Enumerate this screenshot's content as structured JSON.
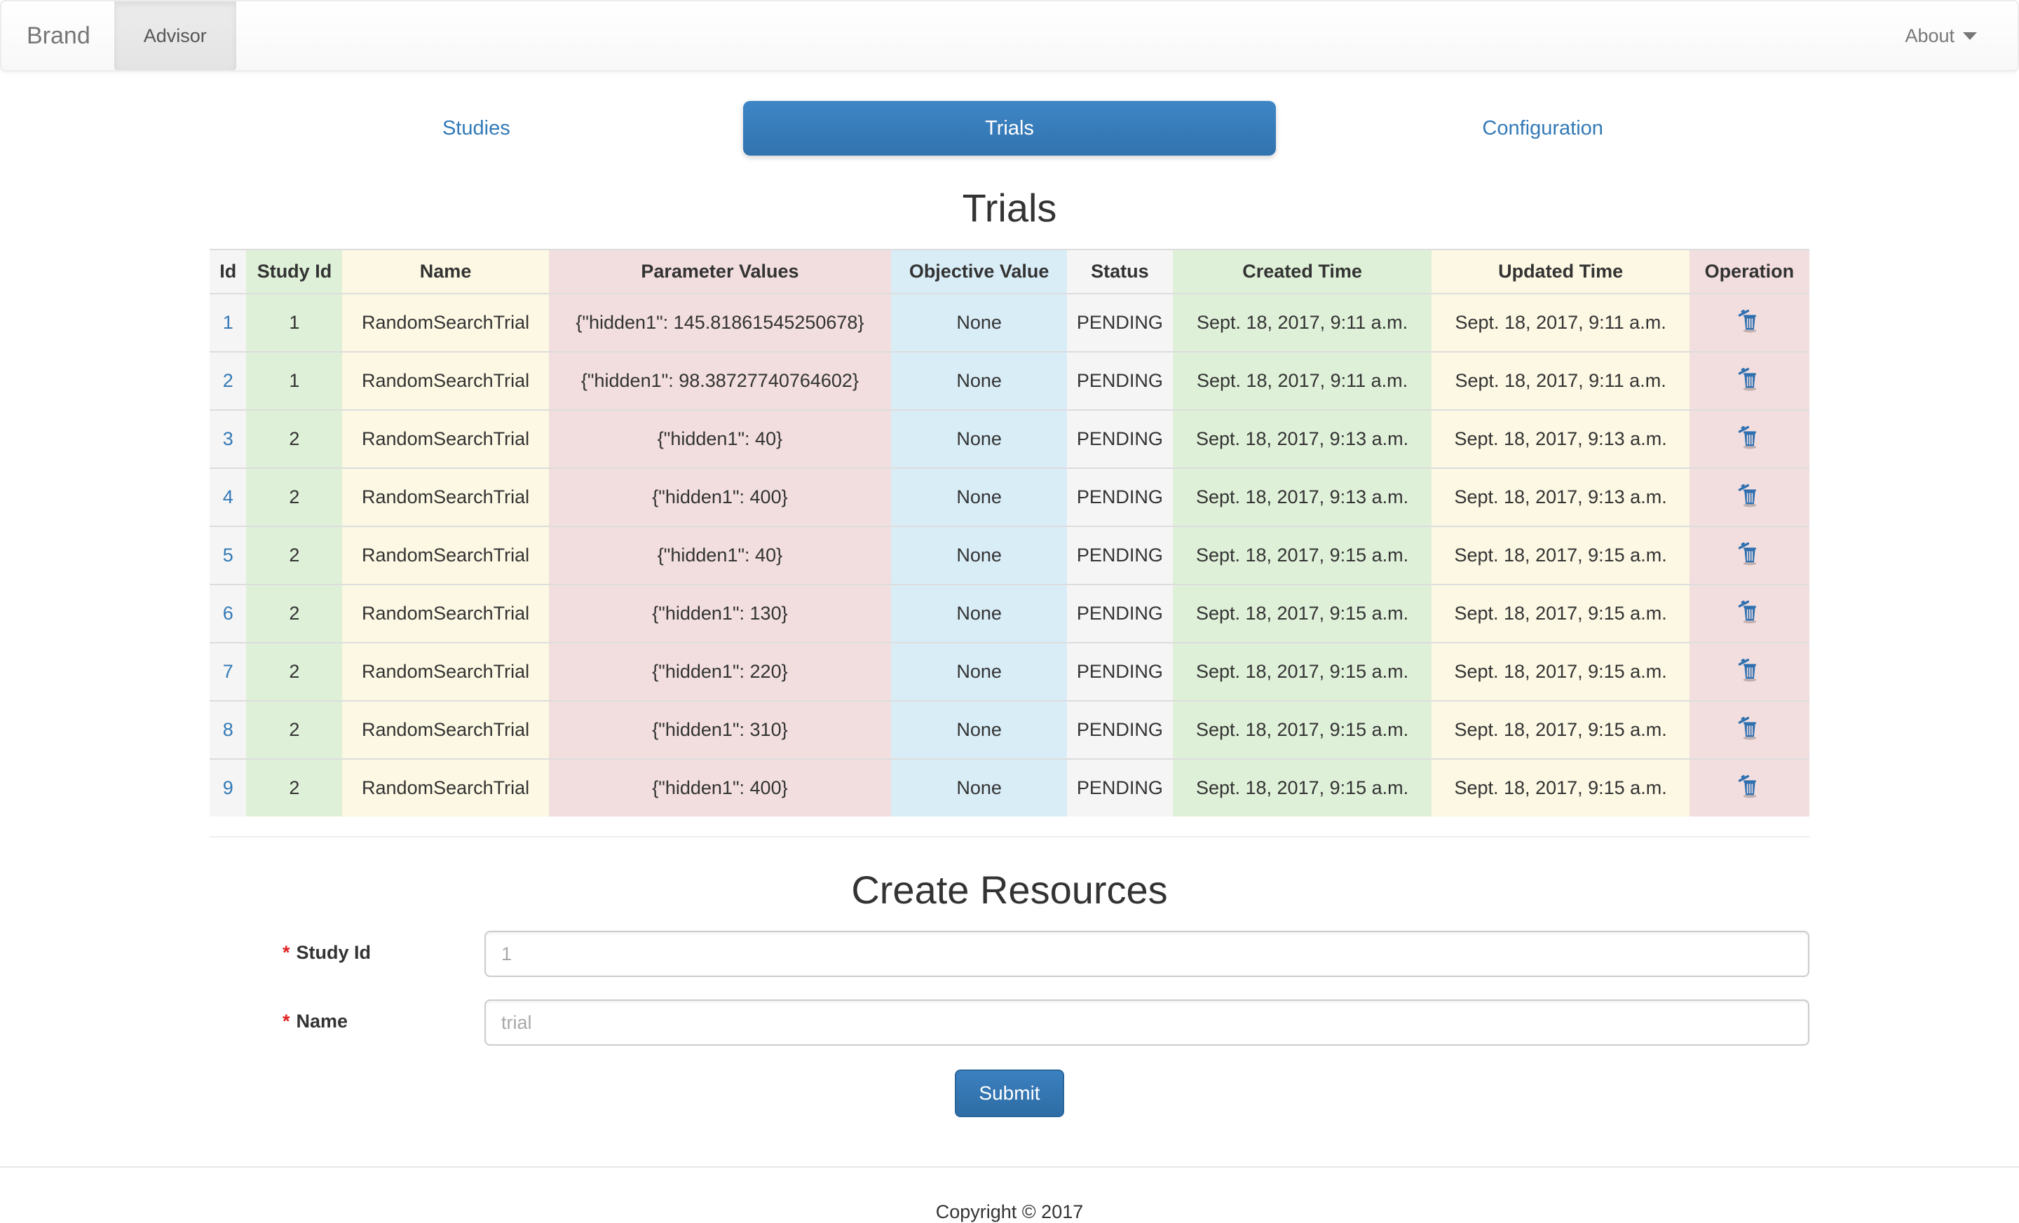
{
  "navbar": {
    "brand": "Brand",
    "active_item": "Advisor",
    "about_label": "About"
  },
  "tabs": {
    "items": [
      {
        "label": "Studies",
        "active": false
      },
      {
        "label": "Trials",
        "active": true
      },
      {
        "label": "Configuration",
        "active": false
      }
    ]
  },
  "page": {
    "title": "Trials",
    "create_title": "Create Resources"
  },
  "table": {
    "operation_icon": "trash-icon",
    "columns": [
      {
        "label": "Id",
        "field": "id",
        "tint": "active"
      },
      {
        "label": "Study Id",
        "field": "study_id",
        "tint": "success"
      },
      {
        "label": "Name",
        "field": "name",
        "tint": "warning"
      },
      {
        "label": "Parameter Values",
        "field": "parameter_values",
        "tint": "danger"
      },
      {
        "label": "Objective Value",
        "field": "objective_value",
        "tint": "info"
      },
      {
        "label": "Status",
        "field": "status",
        "tint": "active"
      },
      {
        "label": "Created Time",
        "field": "created_time",
        "tint": "success"
      },
      {
        "label": "Updated Time",
        "field": "updated_time",
        "tint": "warning"
      },
      {
        "label": "Operation",
        "field": "_operation",
        "tint": "danger"
      }
    ],
    "rows": [
      {
        "id": "1",
        "study_id": "1",
        "name": "RandomSearchTrial",
        "parameter_values": "{\"hidden1\": 145.81861545250678}",
        "objective_value": "None",
        "status": "PENDING",
        "created_time": "Sept. 18, 2017, 9:11 a.m.",
        "updated_time": "Sept. 18, 2017, 9:11 a.m."
      },
      {
        "id": "2",
        "study_id": "1",
        "name": "RandomSearchTrial",
        "parameter_values": "{\"hidden1\": 98.38727740764602}",
        "objective_value": "None",
        "status": "PENDING",
        "created_time": "Sept. 18, 2017, 9:11 a.m.",
        "updated_time": "Sept. 18, 2017, 9:11 a.m."
      },
      {
        "id": "3",
        "study_id": "2",
        "name": "RandomSearchTrial",
        "parameter_values": "{\"hidden1\": 40}",
        "objective_value": "None",
        "status": "PENDING",
        "created_time": "Sept. 18, 2017, 9:13 a.m.",
        "updated_time": "Sept. 18, 2017, 9:13 a.m."
      },
      {
        "id": "4",
        "study_id": "2",
        "name": "RandomSearchTrial",
        "parameter_values": "{\"hidden1\": 400}",
        "objective_value": "None",
        "status": "PENDING",
        "created_time": "Sept. 18, 2017, 9:13 a.m.",
        "updated_time": "Sept. 18, 2017, 9:13 a.m."
      },
      {
        "id": "5",
        "study_id": "2",
        "name": "RandomSearchTrial",
        "parameter_values": "{\"hidden1\": 40}",
        "objective_value": "None",
        "status": "PENDING",
        "created_time": "Sept. 18, 2017, 9:15 a.m.",
        "updated_time": "Sept. 18, 2017, 9:15 a.m."
      },
      {
        "id": "6",
        "study_id": "2",
        "name": "RandomSearchTrial",
        "parameter_values": "{\"hidden1\": 130}",
        "objective_value": "None",
        "status": "PENDING",
        "created_time": "Sept. 18, 2017, 9:15 a.m.",
        "updated_time": "Sept. 18, 2017, 9:15 a.m."
      },
      {
        "id": "7",
        "study_id": "2",
        "name": "RandomSearchTrial",
        "parameter_values": "{\"hidden1\": 220}",
        "objective_value": "None",
        "status": "PENDING",
        "created_time": "Sept. 18, 2017, 9:15 a.m.",
        "updated_time": "Sept. 18, 2017, 9:15 a.m."
      },
      {
        "id": "8",
        "study_id": "2",
        "name": "RandomSearchTrial",
        "parameter_values": "{\"hidden1\": 310}",
        "objective_value": "None",
        "status": "PENDING",
        "created_time": "Sept. 18, 2017, 9:15 a.m.",
        "updated_time": "Sept. 18, 2017, 9:15 a.m."
      },
      {
        "id": "9",
        "study_id": "2",
        "name": "RandomSearchTrial",
        "parameter_values": "{\"hidden1\": 400}",
        "objective_value": "None",
        "status": "PENDING",
        "created_time": "Sept. 18, 2017, 9:15 a.m.",
        "updated_time": "Sept. 18, 2017, 9:15 a.m."
      }
    ]
  },
  "form": {
    "fields": [
      {
        "name": "study-id",
        "label": "Study Id",
        "placeholder": "1",
        "required": true
      },
      {
        "name": "name",
        "label": "Name",
        "placeholder": "trial",
        "required": true
      }
    ],
    "submit_label": "Submit"
  },
  "footer": {
    "copyright": "Copyright © 2017"
  },
  "colors": {
    "accent_blue": "#337ab7",
    "link_blue": "#337ab7",
    "trash_blue": "#2e6fb0",
    "required_red": "#e02222",
    "tints": {
      "active": "#f5f5f5",
      "success": "#dff0d8",
      "warning": "#fcf8e3",
      "danger": "#f2dede",
      "info": "#d9edf7"
    }
  }
}
